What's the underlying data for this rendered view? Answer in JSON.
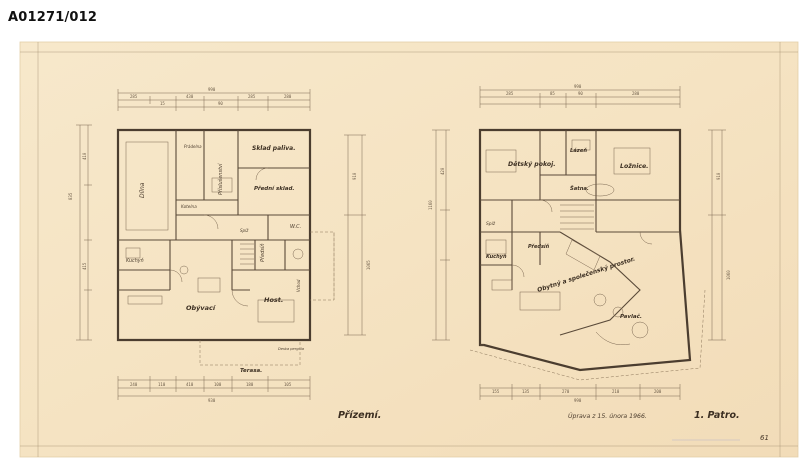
{
  "archive_id": "A01271/012",
  "colors": {
    "paper": "#f6e6c8",
    "ink": "#4b3d2f",
    "background": "#ffffff"
  },
  "ground_floor": {
    "heading": "Přízemí.",
    "rooms": {
      "dilna": "Dílna",
      "kotelna": "Kotelna",
      "prislusenstvi": "Příslušenství",
      "sklad_paliva": "Sklad paliva.",
      "pradelna": "Prádelna",
      "predni_sklad": "Přední sklad.",
      "kuchyn": "Kuchyň",
      "predsin": "Předsíň",
      "wc": "W.C.",
      "obyvaci": "Obývací",
      "hostinsky": "Host.",
      "terasa": "Terasa.",
      "vchod": "Vchod",
      "spiz": "Spíž",
      "pergola": "Deska pergola"
    }
  },
  "first_floor": {
    "heading": "1. Patro.",
    "rooms": {
      "detsky_pokoj": "Dětský pokoj.",
      "lazne": "Lázeň",
      "loznice": "Ložnice.",
      "satna": "Šatna.",
      "spiz": "Spíž",
      "predsin": "Předsíň",
      "kuchyn": "Kuchyň",
      "obytny_prostor": "Obytný a společenský prostor.",
      "pavlac": "Pavlač."
    }
  },
  "revision_note": "Úprava z 15. února 1966.",
  "corner_note": "61"
}
